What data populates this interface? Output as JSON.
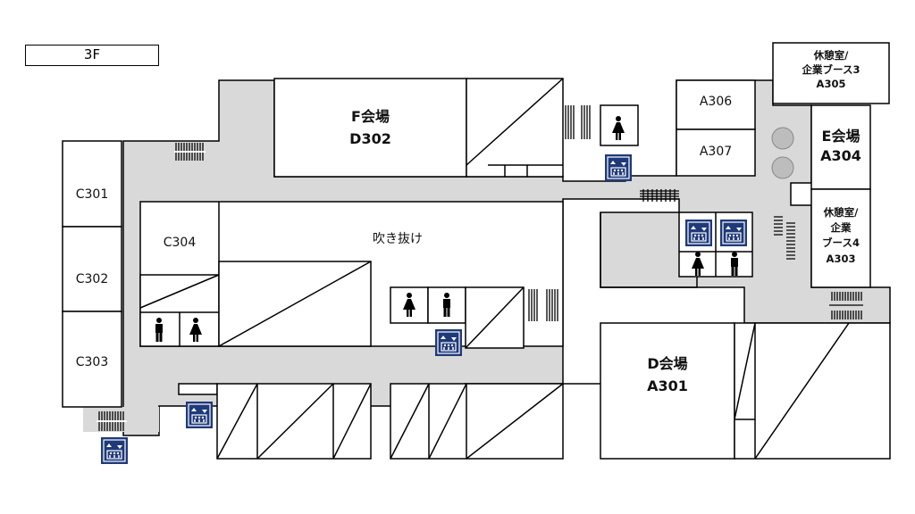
{
  "floor_label": "3F",
  "rooms": {
    "c301": "C301",
    "c302": "C302",
    "c303": "C303",
    "c304": "C304",
    "f_hall_name": "F会場",
    "f_hall_code": "D302",
    "atrium": "吹き抜け",
    "a306": "A306",
    "a307": "A307",
    "a305_line1": "休憩室/",
    "a305_line2": "企業ブース3",
    "a305_line3": "A305",
    "e_hall_name": "E会場",
    "e_hall_code": "A304",
    "a303_line1": "休憩室/",
    "a303_line2": "企業",
    "a303_line3": "ブース4",
    "a303_line4": "A303",
    "d_hall_name": "D会場",
    "d_hall_code": "A301"
  },
  "colors": {
    "corridor": "#d9d9d9",
    "wall": "#000000",
    "elevator_blue": "#1f3a7a",
    "pillar": "#bdbdbd"
  },
  "icons": [
    "elevator-icon",
    "restroom-male-icon",
    "restroom-female-icon",
    "stairs-icon",
    "pillar-icon"
  ]
}
